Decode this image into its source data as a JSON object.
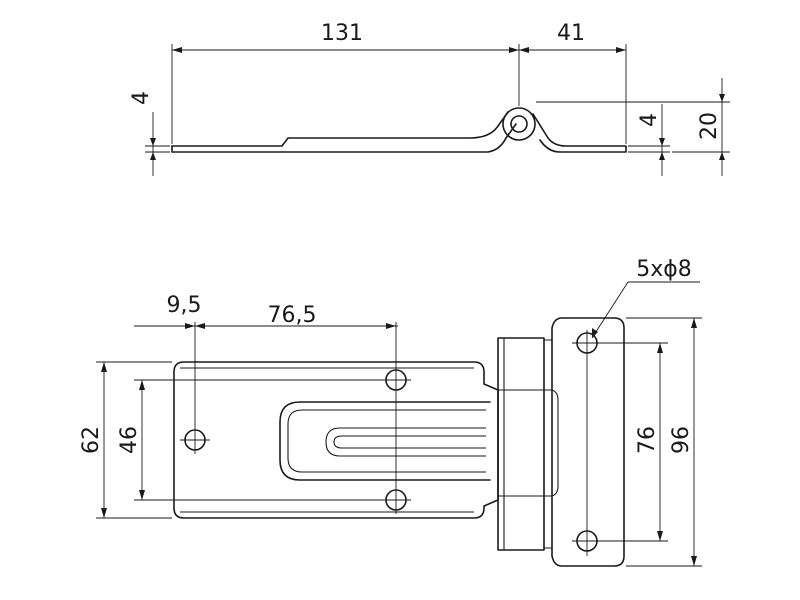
{
  "dimensions": {
    "side_view": {
      "length_leaf": "131",
      "length_hinge": "41",
      "thickness_left": "4",
      "thickness_right": "4",
      "height_total": "20"
    },
    "top_view": {
      "offset_hole": "9,5",
      "hole_spacing_long": "76,5",
      "hole_spec": "5xϕ8",
      "height_plate": "62",
      "hole_spacing_short": "46",
      "hole_spacing_right": "76",
      "height_bracket": "96"
    }
  }
}
